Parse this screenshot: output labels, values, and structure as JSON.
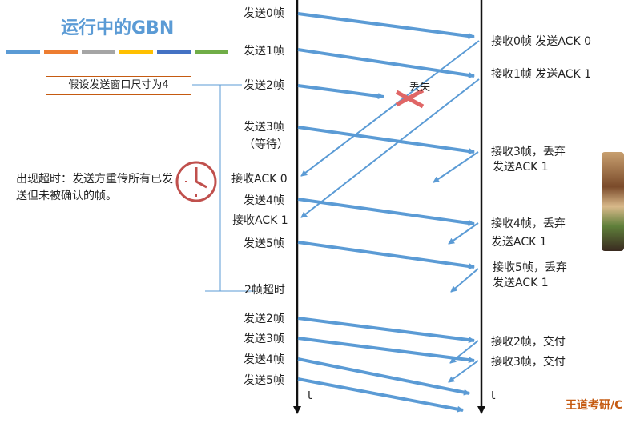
{
  "title": "运行中的GBN",
  "title_bar_colors": [
    "#5b9bd5",
    "#ed7d31",
    "#a5a5a5",
    "#ffc000",
    "#4472c4",
    "#70ad47"
  ],
  "assumption": "假设发送窗口尺寸为4",
  "timeout_note": "出现超时：发送方重传所有已发送但未被确认的帧。",
  "lost_label": "丢失",
  "footer": "王道考研/C",
  "clock_icon": "clock-icon",
  "photo_icon": "burger-photo",
  "sender_labels": [
    "发送0帧",
    "发送1帧",
    "发送2帧",
    "发送3帧",
    "（等待）",
    "接收ACK 0",
    "发送4帧",
    "接收ACK 1",
    "发送5帧",
    "2帧超时",
    "发送2帧",
    "发送3帧",
    "发送4帧",
    "发送5帧"
  ],
  "receiver_labels": [
    "接收0帧 发送ACK 0",
    "接收1帧 发送ACK 1",
    "接收3帧，丢弃",
    "发送ACK 1",
    "接收4帧，丢弃",
    "发送ACK 1",
    "接收5帧，丢弃",
    "发送ACK 1",
    "接收2帧，交付",
    "接收3帧，交付"
  ],
  "time_labels": [
    "t",
    "t"
  ]
}
